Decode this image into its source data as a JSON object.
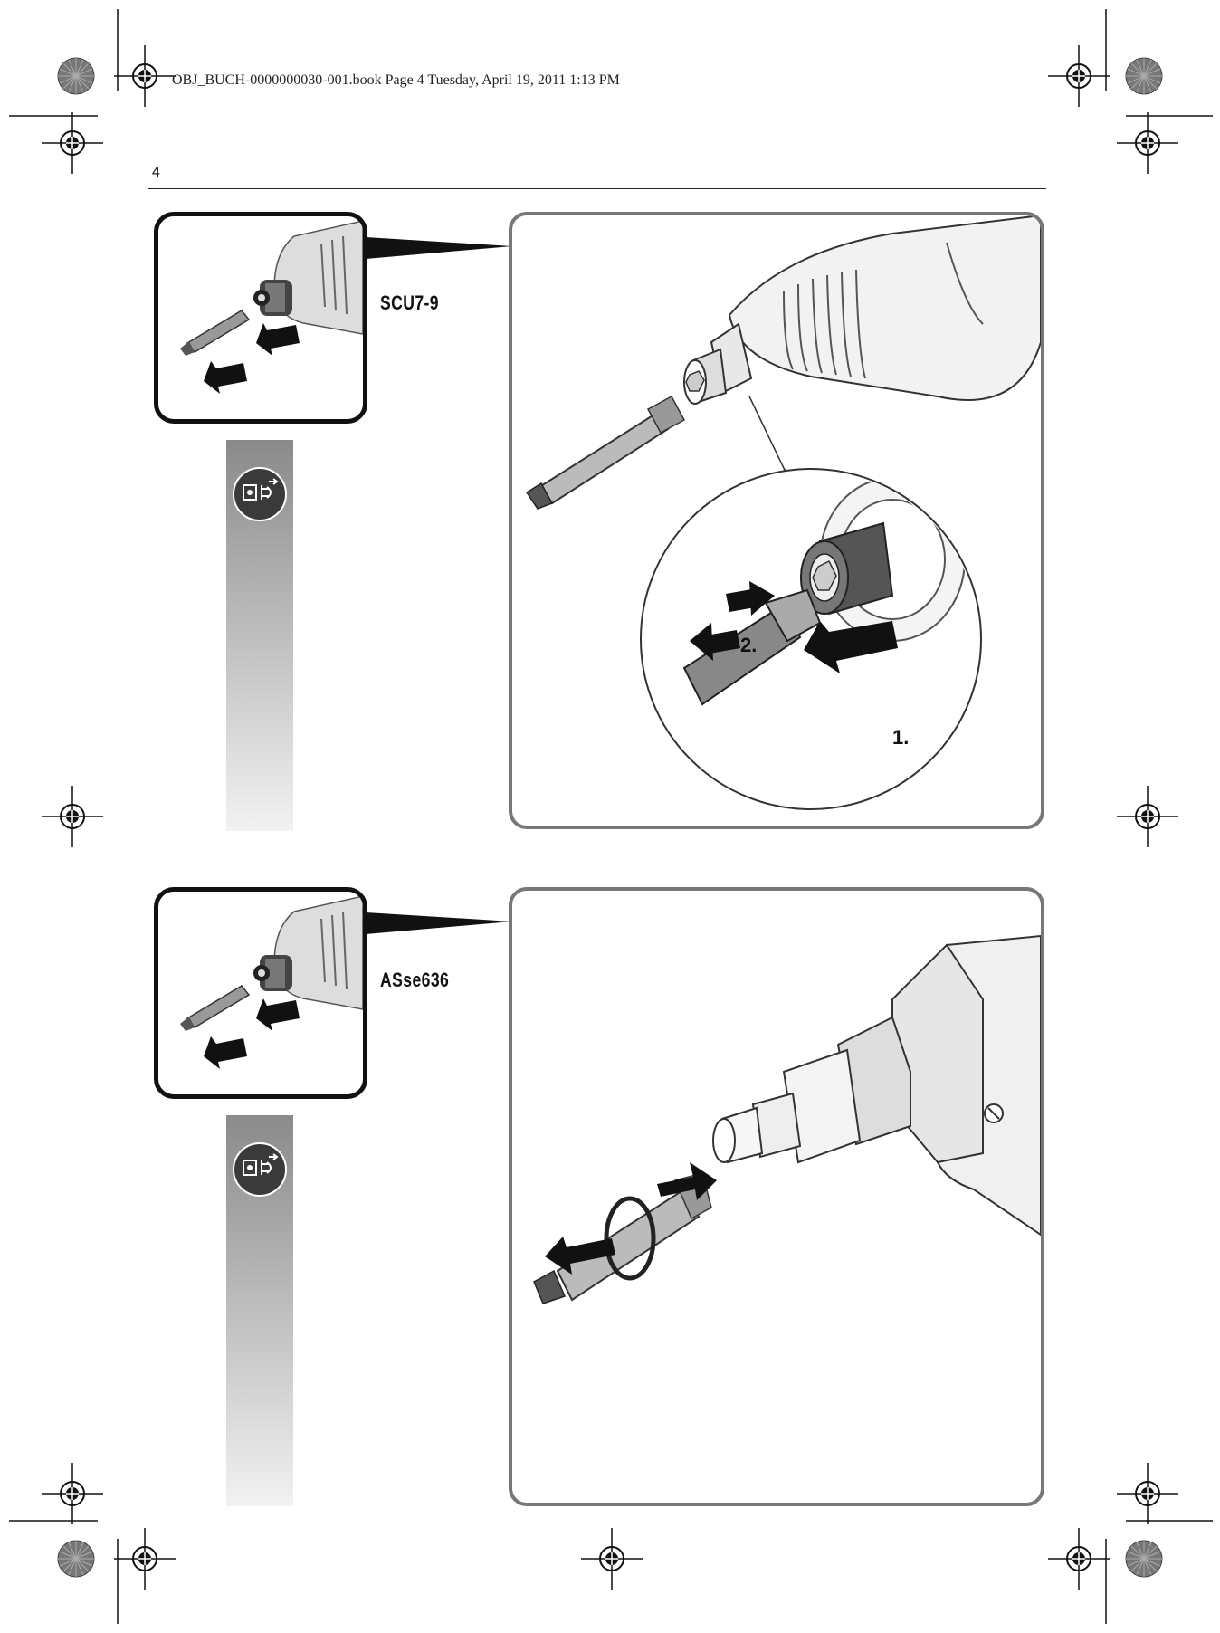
{
  "header": {
    "print_line": "OBJ_BUCH-0000000030-001.book  Page 4  Tuesday, April 19, 2011  1:13 PM",
    "page_number": "4"
  },
  "figures": [
    {
      "tool_label": "SCU7-9",
      "steps": [
        {
          "label": "2."
        },
        {
          "label": "1."
        }
      ],
      "icon": "unplug-icon"
    },
    {
      "tool_label": "ASse636",
      "icon": "unplug-icon"
    }
  ],
  "colors": {
    "frame_border": "#777777",
    "thumb_border": "#111111",
    "strip_top": "#8a8a8a",
    "strip_bottom": "#f2f2f2"
  }
}
